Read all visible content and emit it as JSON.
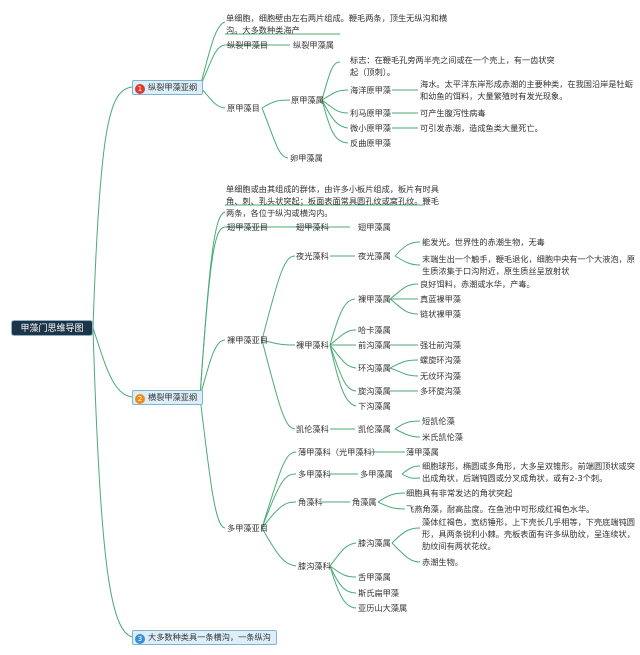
{
  "root": "甲藻门思维导图",
  "colors": {
    "red_badge": "#e03a2f",
    "orange_badge": "#f08a1c",
    "blue_badge": "#3a8fd6",
    "line": "#4aab77"
  },
  "n1": {
    "badge": "1",
    "label": "纵裂甲藻亚纲",
    "desc": "单细胞，细胞壁由左右两片组成。鞭毛两条，顶生无纵沟和横沟。大多数种类海产",
    "zongliemu": "纵裂甲藻目",
    "zongliesh": "纵裂甲藻属",
    "yuanmu": "原甲藻目",
    "yuanshu": "原甲藻属",
    "biaozhi": "标志：在鞭毛孔旁两半壳之间或在一个壳上，有一齿状突起（顶刺）。",
    "haiyang": "海洋原甲藻",
    "haiyang_d": "海水。太平洋东岸形成赤潮的主要种类，在我国沿岸是牡蛎和幼鱼的饵料，大量繁殖时有发光现象。",
    "lima": "利马原甲藻",
    "lima_d": "可产生腹泻性病毒",
    "wei": "微小原甲藻",
    "wei_d": "可引发赤潮，造成鱼类大量死亡。",
    "fanqu": "反曲原甲藻",
    "luan": "卵甲藻属"
  },
  "n2": {
    "badge": "2",
    "label": "横裂甲藻亚纲",
    "desc": "单细胞或由其组成的群体，由许多小板片组成，板片有时具角、刺、乳头状突起；板面表面常具圆孔纹或窝孔纹。鞭毛两条，各位于纵沟或横沟内。",
    "chiyamu": "翅甲藻亚目",
    "chiyake": "翅甲藻科",
    "chiyashu": "翅甲藻属",
    "luoyamu": "裸甲藻亚目",
    "yeguangke": "夜光藻科",
    "yeguangshu": "夜光藻属",
    "yg1": "能发光。世界性的赤潮生物，无毒",
    "yg2": "末端生出一个触手，鞭毛退化，细胞中央有一个大液泡，原生质浓集于口沟附近，原生质丝呈放射状",
    "luoke": "裸甲藻科",
    "luoshu": "裸甲藻属",
    "lj1": "良好饵料，赤潮或水华，产毒。",
    "zhenlan": "真蓝裸甲藻",
    "lianzhuang": "链状裸甲藻",
    "haka": "哈卡藻属",
    "qiangou": "前沟藻属",
    "qiangzhuang": "强壮前沟藻",
    "huangou": "环沟藻属",
    "luoxuan": "螺旋环沟藻",
    "wuwen": "无纹环沟藻",
    "xuangou": "旋沟藻属",
    "duohuan": "多环旋沟藻",
    "xiagou": "下沟藻属",
    "kailunke": "凯伦藻科",
    "kailunshu": "凯伦藻属",
    "duankai": "短凯伦藻",
    "mishi": "米氏凯伦藻",
    "duoyamu": "多甲藻亚目",
    "boke": "薄甲藻科（光甲藻科）",
    "boshu": "薄甲藻属",
    "duoke": "多甲藻科",
    "duoshu": "多甲藻属",
    "duo_d": "细胞球形，椭圆或多角形，大多呈双锥形。前端圆顶状或突出成角状，后端钝圆或分叉成角状，或有2-3个刺。",
    "jiaoke": "角藻科",
    "jiaoshu": "角藻属",
    "jiao1": "细胞具有非常发达的角状突起",
    "jiao2": "飞燕角藻，耐高盐度。在鱼池中可形成红褐色水华。",
    "jiaogouke": "膝沟藻科",
    "jiaogoushu": "膝沟藻属",
    "jg1": "藻体红褐色，宽纺锤形，上下壳长几乎相等，下壳底端钝圆形，具两条锐利小棘。壳板表面有许多纵肋纹，呈连续状，肋纹间有两状花纹。",
    "jg2": "赤潮生物。",
    "shejia": "舌甲藻属",
    "situo": "斯氏扁甲藻",
    "yali": "亚历山大藻属"
  },
  "n3": {
    "badge": "3",
    "label": "大多数种类具一条横沟，一条纵沟"
  }
}
